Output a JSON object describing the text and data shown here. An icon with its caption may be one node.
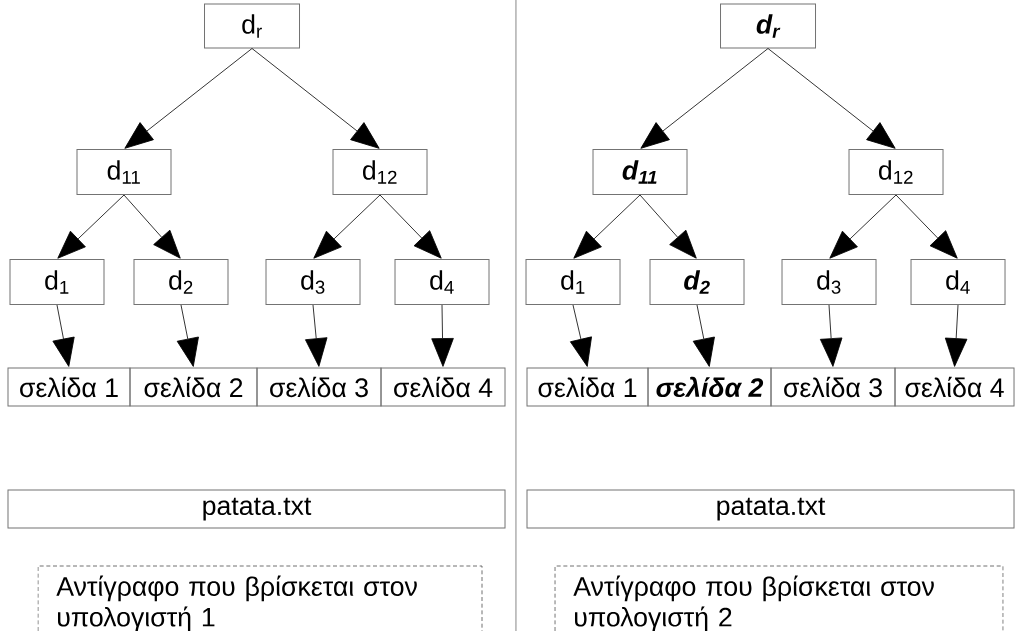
{
  "diagram": {
    "nodes": [
      {
        "text": [
          "d$_{r}$"
        ]
      },
      {
        "text": [
          "d$_{11}$"
        ]
      },
      {
        "text": [
          "d$_{12}$"
        ]
      },
      {
        "text": [
          "d$_{1}$"
        ]
      },
      {
        "text": [
          "d$_{2}$"
        ]
      },
      {
        "text": [
          "d$_{3}$"
        ]
      },
      {
        "text": [
          "d$_{4}$"
        ]
      },
      {
        "text": [
          "σελίδα 1"
        ]
      },
      {
        "text": [
          "σελίδα 2"
        ]
      },
      {
        "text": [
          "σελίδα 3"
        ]
      },
      {
        "text": [
          "σελίδα 4"
        ]
      },
      {
        "text": [
          "patata.txt"
        ]
      },
      {
        "text": [
          "Αντίγραφο που βρίσκεται στον υπολογιστή 1"
        ]
      },
      {
        "text": [
          "d$_{r}$"
        ]
      },
      {
        "text": [
          "d$_{11}$"
        ]
      },
      {
        "text": [
          "d$_{12}$"
        ]
      },
      {
        "text": [
          "d$_{1}$"
        ]
      },
      {
        "text": [
          "d$_{2}$"
        ]
      },
      {
        "text": [
          "d$_{3}$"
        ]
      },
      {
        "text": [
          "d$_{4}$"
        ]
      },
      {
        "text": [
          "σελίδα 1"
        ]
      },
      {
        "text": [
          "σελίδα 2"
        ]
      },
      {
        "text": [
          "σελίδα 3"
        ]
      },
      {
        "text": [
          "σελίδα 4"
        ]
      },
      {
        "text": [
          "patata.txt"
        ]
      },
      {
        "text": [
          "Αντίγραφο που βρίσκεται στον υπολογιστή 2"
        ]
      }
    ],
    "edges": [
      {
        "from": 0,
        "to": 1,
        "arrow": "to"
      },
      {
        "from": 0,
        "to": 2,
        "arrow": "to"
      },
      {
        "from": 1,
        "to": 3,
        "arrow": "to"
      },
      {
        "from": 1,
        "to": 4,
        "arrow": "to"
      },
      {
        "from": 2,
        "to": 5,
        "arrow": "to"
      },
      {
        "from": 2,
        "to": 6,
        "arrow": "to"
      },
      {
        "from": 3,
        "to": 7,
        "arrow": "to"
      },
      {
        "from": 4,
        "to": 8,
        "arrow": "to"
      },
      {
        "from": 5,
        "to": 9,
        "arrow": "to"
      },
      {
        "from": 6,
        "to": 10,
        "arrow": "to"
      },
      {
        "from": 13,
        "to": 14,
        "arrow": "to"
      },
      {
        "from": 13,
        "to": 15,
        "arrow": "to"
      },
      {
        "from": 14,
        "to": 16,
        "arrow": "to"
      },
      {
        "from": 14,
        "to": 17,
        "arrow": "to"
      },
      {
        "from": 15,
        "to": 18,
        "arrow": "to"
      },
      {
        "from": 15,
        "to": 19,
        "arrow": "to"
      },
      {
        "from": 16,
        "to": 20,
        "arrow": "to"
      },
      {
        "from": 17,
        "to": 21,
        "arrow": "to"
      },
      {
        "from": 18,
        "to": 22,
        "arrow": "to"
      },
      {
        "from": 19,
        "to": 23,
        "arrow": "to"
      }
    ]
  }
}
